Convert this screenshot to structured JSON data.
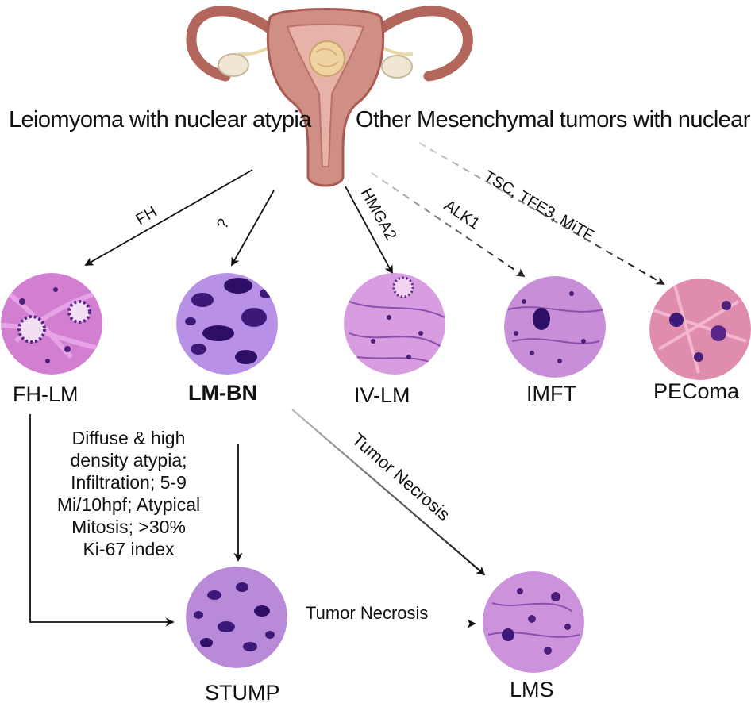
{
  "headers": {
    "left": "Leiomyoma with nuclear atypia",
    "right": "Other Mesenchymal tumors with nuclear atypia"
  },
  "nodes": {
    "fh_lm": "FH-LM",
    "lm_bn": "LM-BN",
    "iv_lm": "IV-LM",
    "imft": "IMFT",
    "pecoma": "PEComa",
    "stump": "STUMP",
    "lms": "LMS"
  },
  "edges": {
    "fh": "FH",
    "unknown": "?",
    "hmga2": "HMGA2",
    "alk1": "ALK1",
    "tsc": "TSC, TFE3, MiTF",
    "necrosis_diag": "Tumor Necrosis",
    "necrosis_horiz": "Tumor Necrosis"
  },
  "criteria": [
    "Diffuse & high",
    "density atypia;",
    "Infiltration;  5-9",
    "Mi/10hpf; Atypical",
    "Mitosis; >30%",
    "Ki-67 index"
  ],
  "colors": {
    "uterus": "#cf8f84",
    "uterus_dark": "#a95a52",
    "endometrium": "#e7b3a8",
    "fibroid": "#efd3a1",
    "ovary": "#f1e6d4",
    "stroma_pink": "#c97ac8",
    "nuclei_purple": "#4a1f7a",
    "arrow": "#111111",
    "dashed_arrow": "#555555"
  }
}
